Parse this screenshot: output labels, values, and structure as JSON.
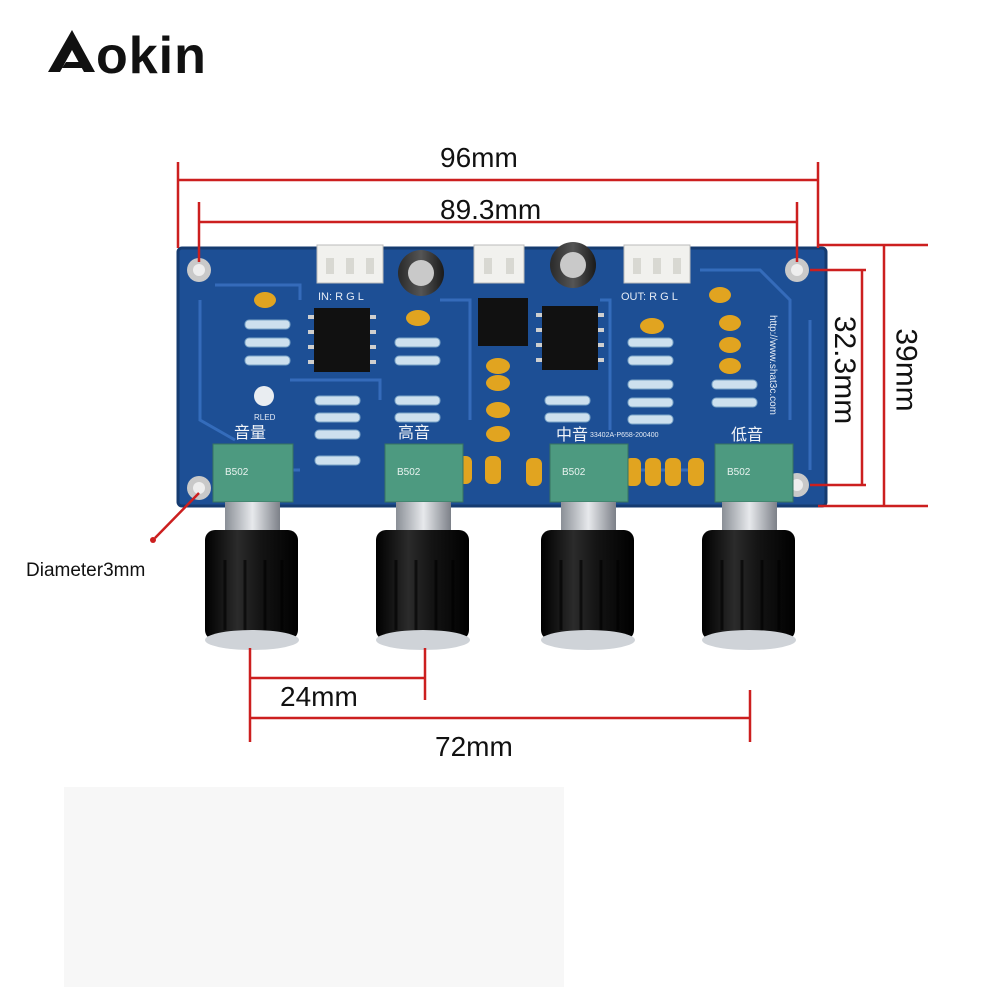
{
  "brand": {
    "name": "Aokin",
    "logo_letter": "A",
    "rest": "okin"
  },
  "dimensions": {
    "total_width": "96mm",
    "hole_spacing_width": "89.3mm",
    "hole_spacing_height": "32.3mm",
    "total_height": "39mm",
    "knob_spacing": "24mm",
    "knob_span": "72mm",
    "hole_diameter": "Diameter3mm"
  },
  "board": {
    "labels": {
      "input": "IN: R  G  L",
      "output": "OUT: R  G  L",
      "url": "http://www.shat3c.com",
      "volume": "音量",
      "treble": "高音",
      "mid": "中音",
      "bass": "低音",
      "pot_code": "B502",
      "led": "RLED",
      "part_no": "33402A-P658-200400"
    }
  },
  "colors": {
    "pcb": "#1d4f95",
    "pcb_trace": "#3b73c4",
    "dimension_line": "#cc1f1f",
    "capacitor": "#e1a420",
    "pot_body": "#4d9a80",
    "knob": "#141414",
    "header": "#f1f1ee"
  },
  "icons": [
    "aokin-logo-icon",
    "red-pointer-dot-icon"
  ]
}
